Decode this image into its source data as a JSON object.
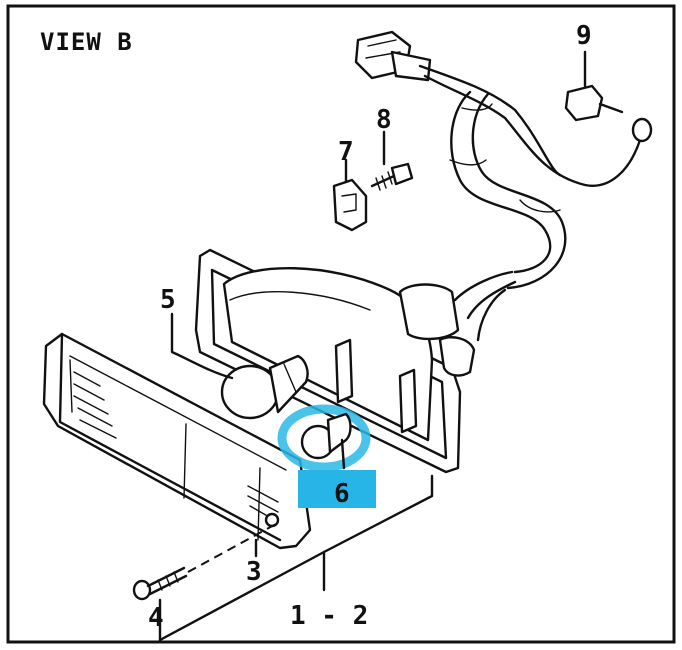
{
  "view_title": "VIEW B",
  "callouts": {
    "part_1_2": "1 - 2",
    "part_3": "3",
    "part_4": "4",
    "part_5": "5",
    "part_6": "6",
    "part_7": "7",
    "part_8": "8",
    "part_9": "9"
  },
  "colors": {
    "highlight_ring": "#29b8e6",
    "highlight_box": "#27b5e8",
    "ink": "#111111"
  }
}
